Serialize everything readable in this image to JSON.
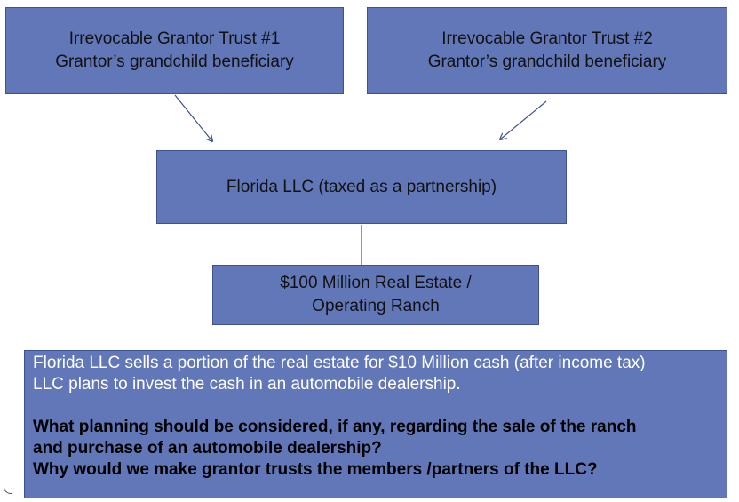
{
  "diagram": {
    "trust1": {
      "line1": "Irrevocable Grantor Trust #1",
      "line2": "Grantor’s grandchild beneficiary"
    },
    "trust2": {
      "line1": "Irrevocable Grantor Trust #2",
      "line2": "Grantor’s grandchild beneficiary"
    },
    "llc": {
      "label": "Florida LLC (taxed as a partnership)"
    },
    "asset": {
      "line1": "$100 Million Real Estate /",
      "line2": "Operating Ranch"
    }
  },
  "textbox": {
    "note1": "Florida LLC sells a portion of the real estate for $10 Million cash (after income tax)",
    "note2": "LLC plans to invest the cash in an automobile dealership.",
    "question1_line1": "What planning should be considered, if any, regarding the sale of the ranch",
    "question1_line2": "and purchase of an automobile dealership?",
    "question2": "Why would we make grantor trusts the members /partners of the LLC?"
  },
  "colors": {
    "box_fill": "#6177b8",
    "box_border": "#3f5290",
    "connector": "#3f5290"
  }
}
